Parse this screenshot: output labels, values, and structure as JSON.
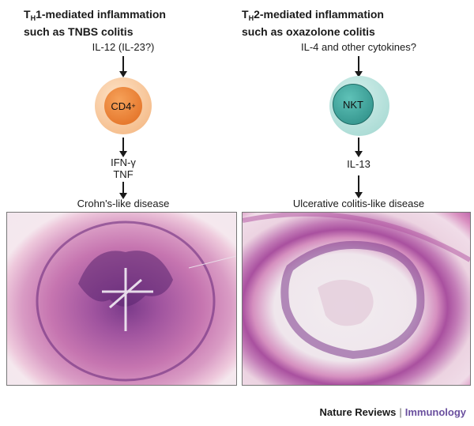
{
  "left": {
    "title_line1_pre": "T",
    "title_sub": "H",
    "title_line1_post": "1-mediated inflammation",
    "title_line2": "such as TNBS colitis",
    "input_label": "IL-12 (IL-23?)",
    "cell_label": "CD4",
    "cell_sup": "+",
    "output_line1": "IFN-γ",
    "output_line2": "TNF",
    "disease_label": "Crohn's-like disease",
    "colors": {
      "outer": "#f6c69a",
      "inner": "#e8772a"
    }
  },
  "right": {
    "title_line1_pre": "T",
    "title_sub": "H",
    "title_line1_post": "2-mediated inflammation",
    "title_line2": "such as oxazolone colitis",
    "input_label": "IL-4 and other cytokines?",
    "cell_label": "NKT",
    "output_line1": "IL-13",
    "disease_label": "Ulcerative colitis-like disease",
    "colors": {
      "outer": "#a9dcd6",
      "inner": "#3aa39b"
    }
  },
  "footer": {
    "brand": "Nature Reviews",
    "separator": "|",
    "journal": "Immunology"
  }
}
